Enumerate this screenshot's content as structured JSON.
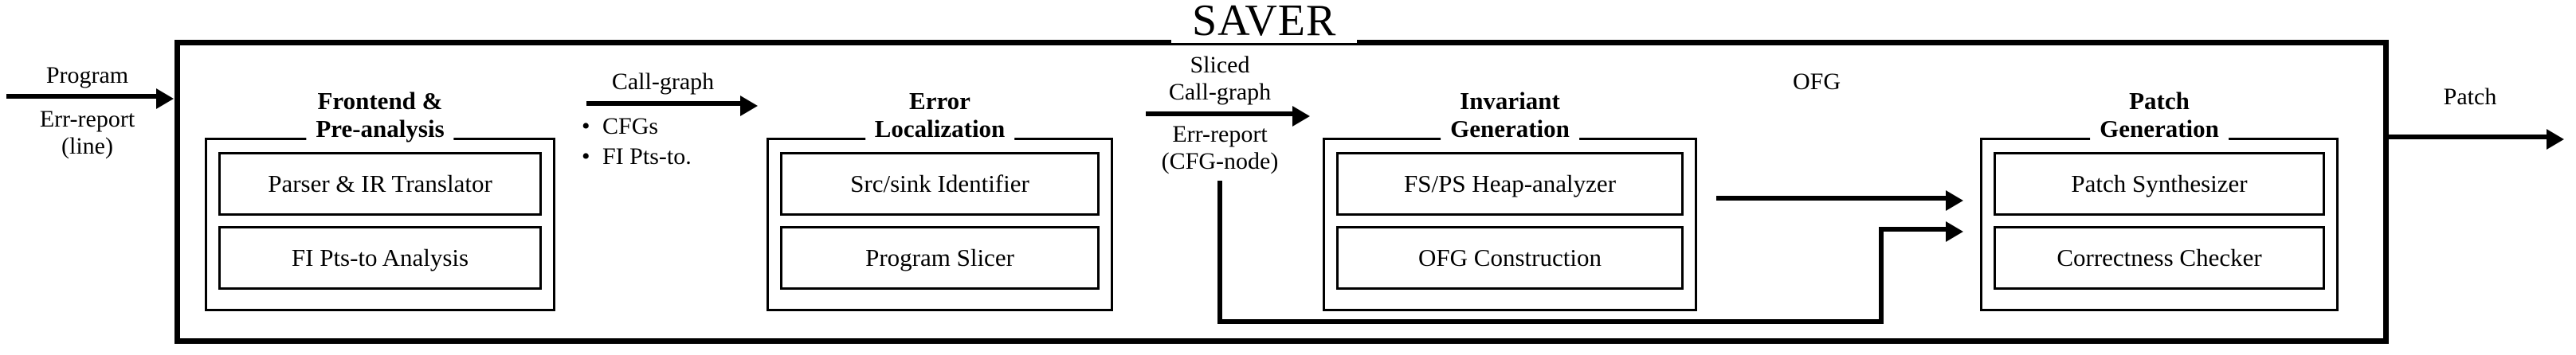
{
  "diagram": {
    "system_title": "SAVER",
    "type": "pipeline-architecture"
  },
  "input": {
    "label_top": "Program",
    "label_mid": "Err-report",
    "label_bottom": "(line)",
    "arrow_icon": "arrow-right-icon"
  },
  "output": {
    "label": "Patch",
    "arrow_icon": "arrow-right-icon"
  },
  "modules": [
    {
      "id": "frontend-pre-analysis",
      "title_line1": "Frontend &",
      "title_line2": "Pre-analysis",
      "components": [
        "Parser & IR Translator",
        "FI Pts-to Analysis"
      ]
    },
    {
      "id": "error-localization",
      "title_line1": "Error",
      "title_line2": "Localization",
      "components": [
        "Src/sink Identifier",
        "Program Slicer"
      ]
    },
    {
      "id": "invariant-generation",
      "title_line1": "Invariant",
      "title_line2": "Generation",
      "components": [
        "FS/PS Heap-analyzer",
        "OFG Construction"
      ]
    },
    {
      "id": "patch-generation",
      "title_line1": "Patch",
      "title_line2": "Generation",
      "components": [
        "Patch Synthesizer",
        "Correctness Checker"
      ]
    }
  ],
  "connectors": [
    {
      "id": "conn-1",
      "above": "Call-graph",
      "bullets": [
        "CFGs",
        "FI Pts-to."
      ],
      "bullet_glyph": "•"
    },
    {
      "id": "conn-2",
      "above_line1": "Sliced",
      "above_line2": "Call-graph",
      "below_line1": "Err-report",
      "below_line2": "(CFG-node)"
    },
    {
      "id": "conn-3",
      "above": "OFG"
    }
  ]
}
